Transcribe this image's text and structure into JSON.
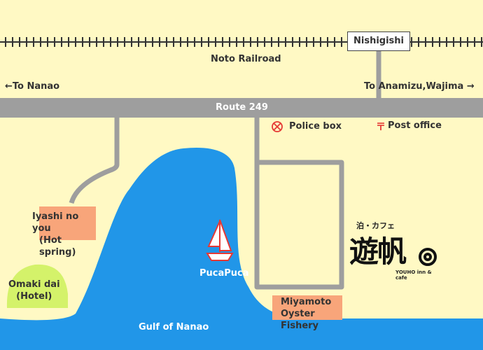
{
  "map": {
    "railroad_label": "Noto Railroad",
    "station_name": "Nishigishi",
    "road_label": "Route 249",
    "direction_west": "←To Nanao",
    "direction_east": "To Anamizu,Wajima →",
    "sea_label": "Gulf of Nanao",
    "boat_label": "PucaPuca",
    "poi": {
      "police": {
        "icon": "police-box-icon",
        "label": "Police box"
      },
      "post": {
        "icon": "post-office-icon",
        "symbol": "〒",
        "label": "Post office"
      },
      "hot_spring": {
        "line1": "Iyashi no you",
        "line2": "(Hot spring)"
      },
      "hotel": {
        "line1": "Omaki dai",
        "line2": "(Hotel)"
      },
      "oyster": {
        "line1": "Miyamoto",
        "line2": "Oyster Fishery"
      }
    },
    "logo": {
      "top_text": "泊・カフェ",
      "main_text": "遊帆",
      "sub_text": "YOUHO inn & cafe"
    },
    "colors": {
      "land": "#FFF9C4",
      "water": "#2196E8",
      "road": "#9E9E9E",
      "highlight_box": "#F8A57A",
      "hotel_green": "#D4F26A",
      "police_red": "#E53935"
    }
  }
}
